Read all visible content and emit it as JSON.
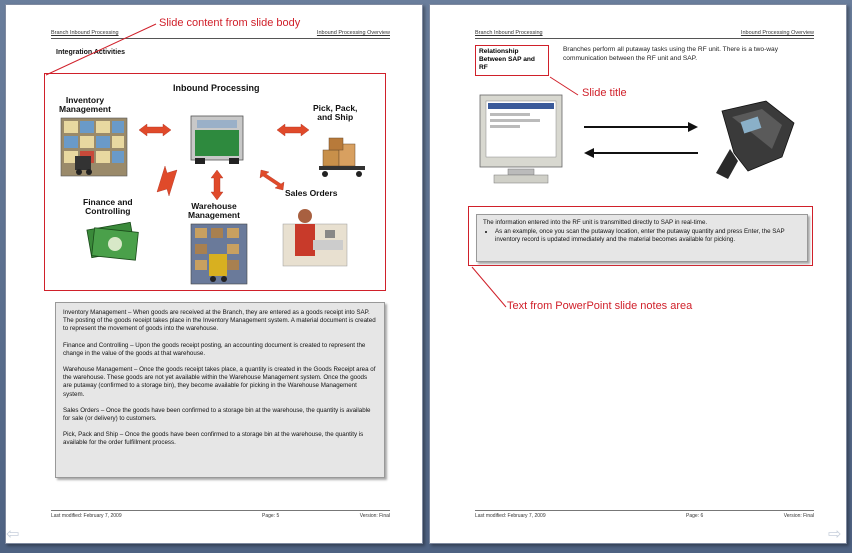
{
  "left_page": {
    "header_left": "Branch Inbound Processing",
    "header_right": "Inbound Processing Overview",
    "section_title": "Integration Activities",
    "callout": "Slide content from slide body",
    "slide": {
      "title": "Inbound Processing",
      "inventory": "Inventory\nManagement",
      "pick_pack": "Pick, Pack,\nand Ship",
      "finance": "Finance and\nControlling",
      "warehouse": "Warehouse\nManagement",
      "sales": "Sales Orders"
    },
    "notes": [
      "Inventory Management – When goods are received at the Branch, they are entered as a goods receipt into SAP.  The posting of the goods receipt takes place in the Inventory Management system.  A material document is created to represent the movement of goods into the warehouse.",
      "Finance and Controlling – Upon the goods receipt posting, an accounting document is created to represent the change in the value of the goods at that warehouse.",
      "Warehouse Management – Once the goods receipt takes place, a quantity is created in the Goods Receipt area of the warehouse.  These goods are not yet available within the Warehouse Management system.  Once the goods are putaway (confirmed to a storage bin), they become available for picking in the Warehouse Management system.",
      "Sales Orders – Once the goods have been confirmed to a storage bin at the warehouse, the quantity is available for sale (or delivery) to customers.",
      "Pick, Pack and Ship – Once the goods have been confirmed to a storage bin at the warehouse, the quantity is available for the order fulfillment process."
    ],
    "footer_modified": "Last modified:  February  7, 2009",
    "footer_page": "Page: 5",
    "footer_version": "Version:  Final"
  },
  "right_page": {
    "header_left": "Branch Inbound Processing",
    "header_right": "Inbound Processing Overview",
    "slide_title": "Relationship Between SAP and RF",
    "slide_body": "Branches perform all putaway tasks using the RF unit.  There is a two-way communication between the RF unit and SAP.",
    "callout_title": "Slide title",
    "notes_intro": "The information entered into the RF unit is transmitted directly to SAP in real-time.",
    "notes_bullet": "As an example, once you scan the putaway location, enter the putaway quantity and press Enter, the SAP inventory record is updated immediately and the material becomes available for picking.",
    "callout_notes": "Text from PowerPoint slide notes area",
    "footer_modified": "Last modified:  February  7, 2009",
    "footer_page": "Page: 6",
    "footer_version": "Version:  Final"
  },
  "colors": {
    "callout_red": "#d0202a",
    "arrow_red": "#e04a2a",
    "notes_bg": "#e6e6e6"
  }
}
